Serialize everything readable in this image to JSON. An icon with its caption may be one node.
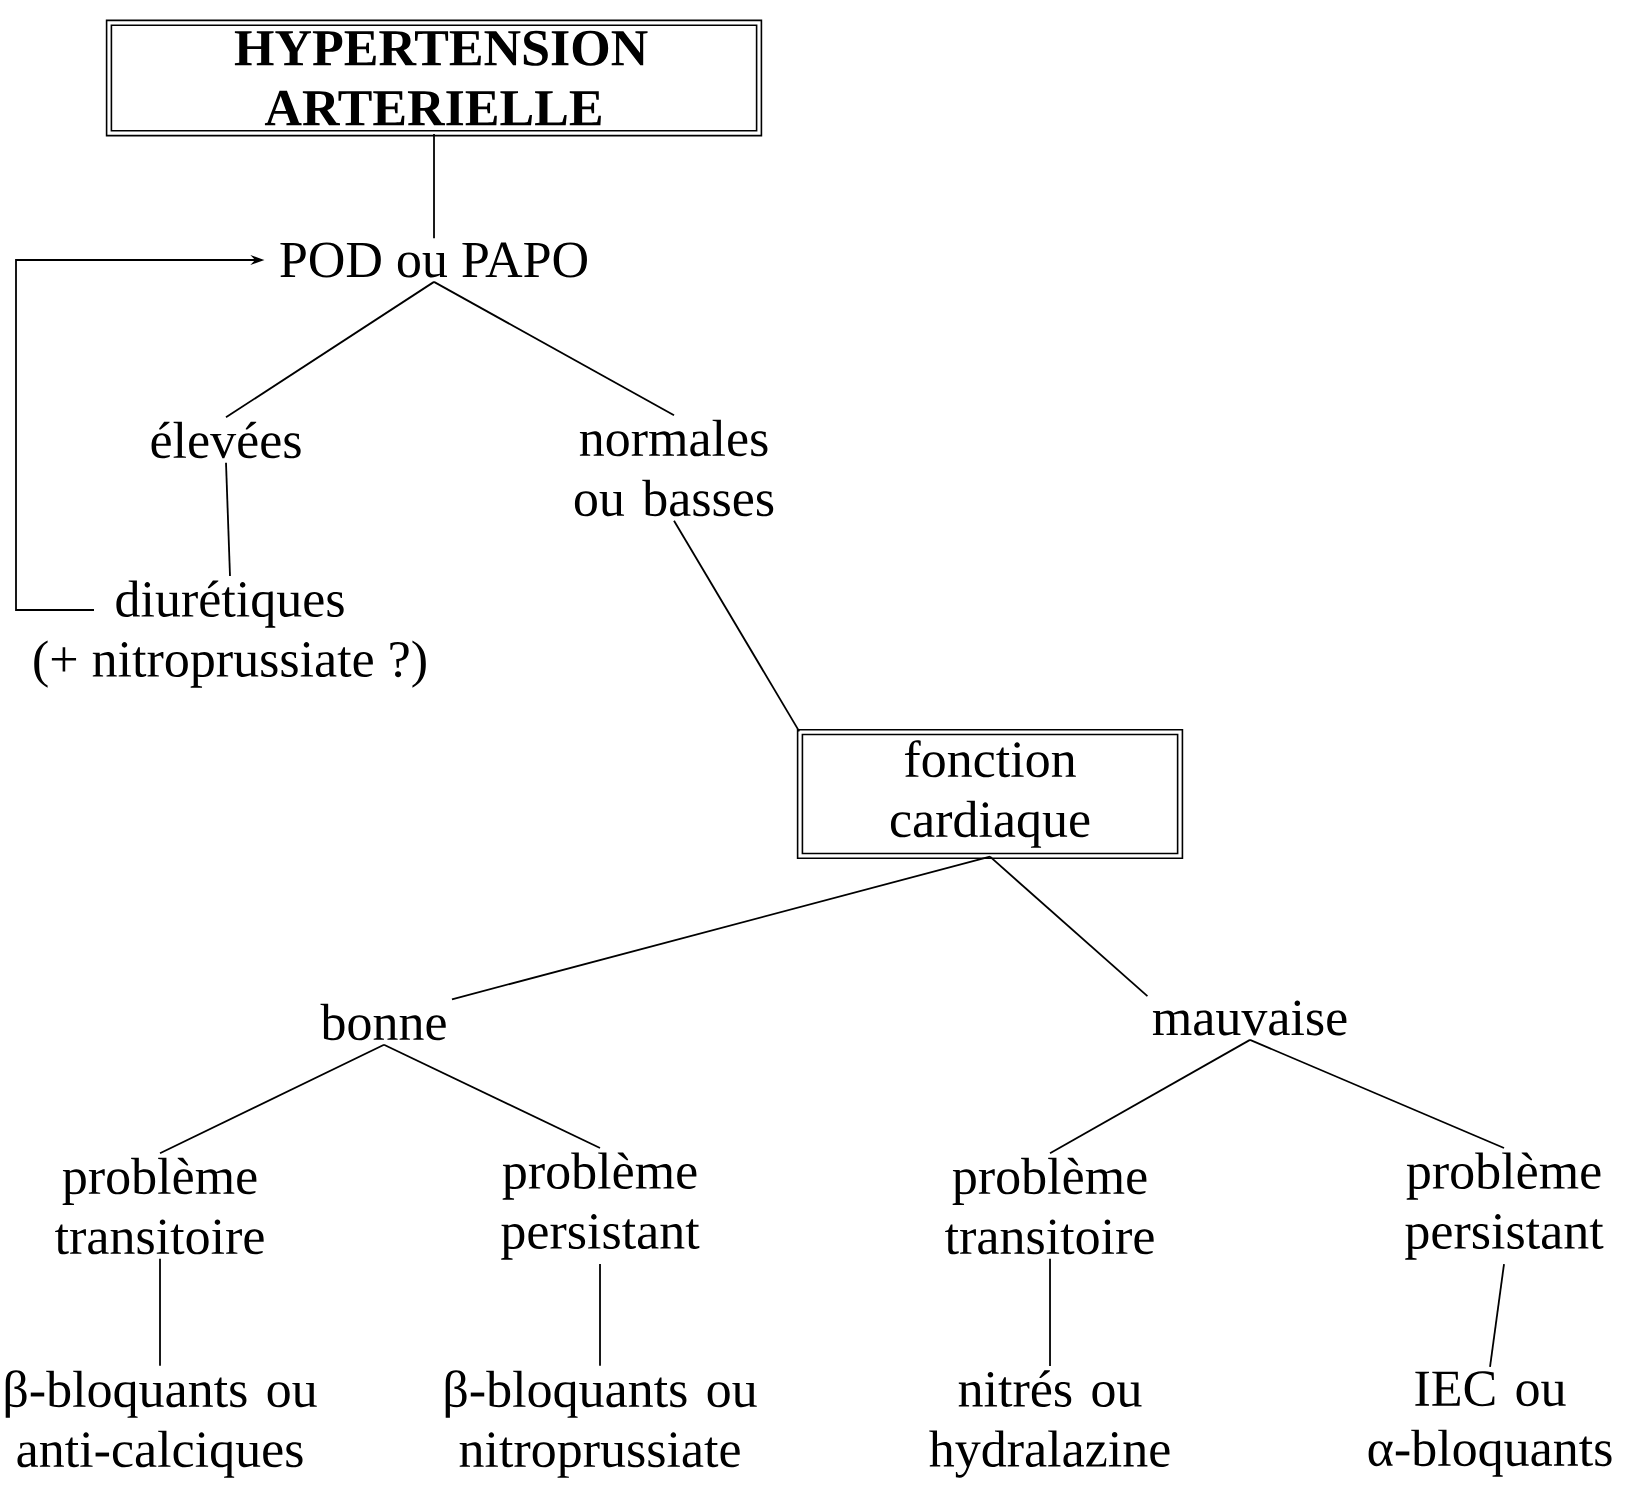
{
  "diagram": {
    "nodes": [
      {
        "text": [
          "HYPERTENSION ARTERIELLE"
        ]
      },
      {
        "text": [
          "POD ou PAPO"
        ]
      },
      {
        "text": [
          "élevées"
        ]
      },
      {
        "text": [
          "normales ou basses"
        ]
      },
      {
        "text": [
          "diurétiques",
          "(+ nitroprussiate ?)"
        ]
      },
      {
        "text": [
          "fonction cardiaque"
        ]
      },
      {
        "text": [
          "bonne"
        ]
      },
      {
        "text": [
          "mauvaise"
        ]
      },
      {
        "text": [
          "problème transitoire"
        ]
      },
      {
        "text": [
          "problème persistant"
        ]
      },
      {
        "text": [
          "problème transitoire"
        ]
      },
      {
        "text": [
          "problème persistant"
        ]
      },
      {
        "text": [
          "β-bloquants ou anti-calciques"
        ]
      },
      {
        "text": [
          "β-bloquants ou nitroprussiate"
        ]
      },
      {
        "text": [
          "nitrés ou hydralazine"
        ]
      },
      {
        "text": [
          "IEC ou α-bloquants"
        ]
      }
    ],
    "edges": [
      {
        "from": 0,
        "to": 1,
        "arrow": "none"
      },
      {
        "from": 1,
        "to": 2,
        "arrow": "none"
      },
      {
        "from": 1,
        "to": 3,
        "arrow": "none"
      },
      {
        "from": 2,
        "to": 4,
        "arrow": "none"
      },
      {
        "from": 4,
        "to": 1,
        "arrow": "to"
      },
      {
        "from": 3,
        "to": 5,
        "arrow": "none"
      },
      {
        "from": 5,
        "to": 6,
        "arrow": "none"
      },
      {
        "from": 5,
        "to": 7,
        "arrow": "none"
      },
      {
        "from": 6,
        "to": 8,
        "arrow": "none"
      },
      {
        "from": 6,
        "to": 9,
        "arrow": "none"
      },
      {
        "from": 7,
        "to": 10,
        "arrow": "none"
      },
      {
        "from": 7,
        "to": 11,
        "arrow": "none"
      },
      {
        "from": 8,
        "to": 12,
        "arrow": "none"
      },
      {
        "from": 9,
        "to": 13,
        "arrow": "none"
      },
      {
        "from": 10,
        "to": 14,
        "arrow": "none"
      },
      {
        "from": 11,
        "to": 15,
        "arrow": "none"
      }
    ]
  }
}
